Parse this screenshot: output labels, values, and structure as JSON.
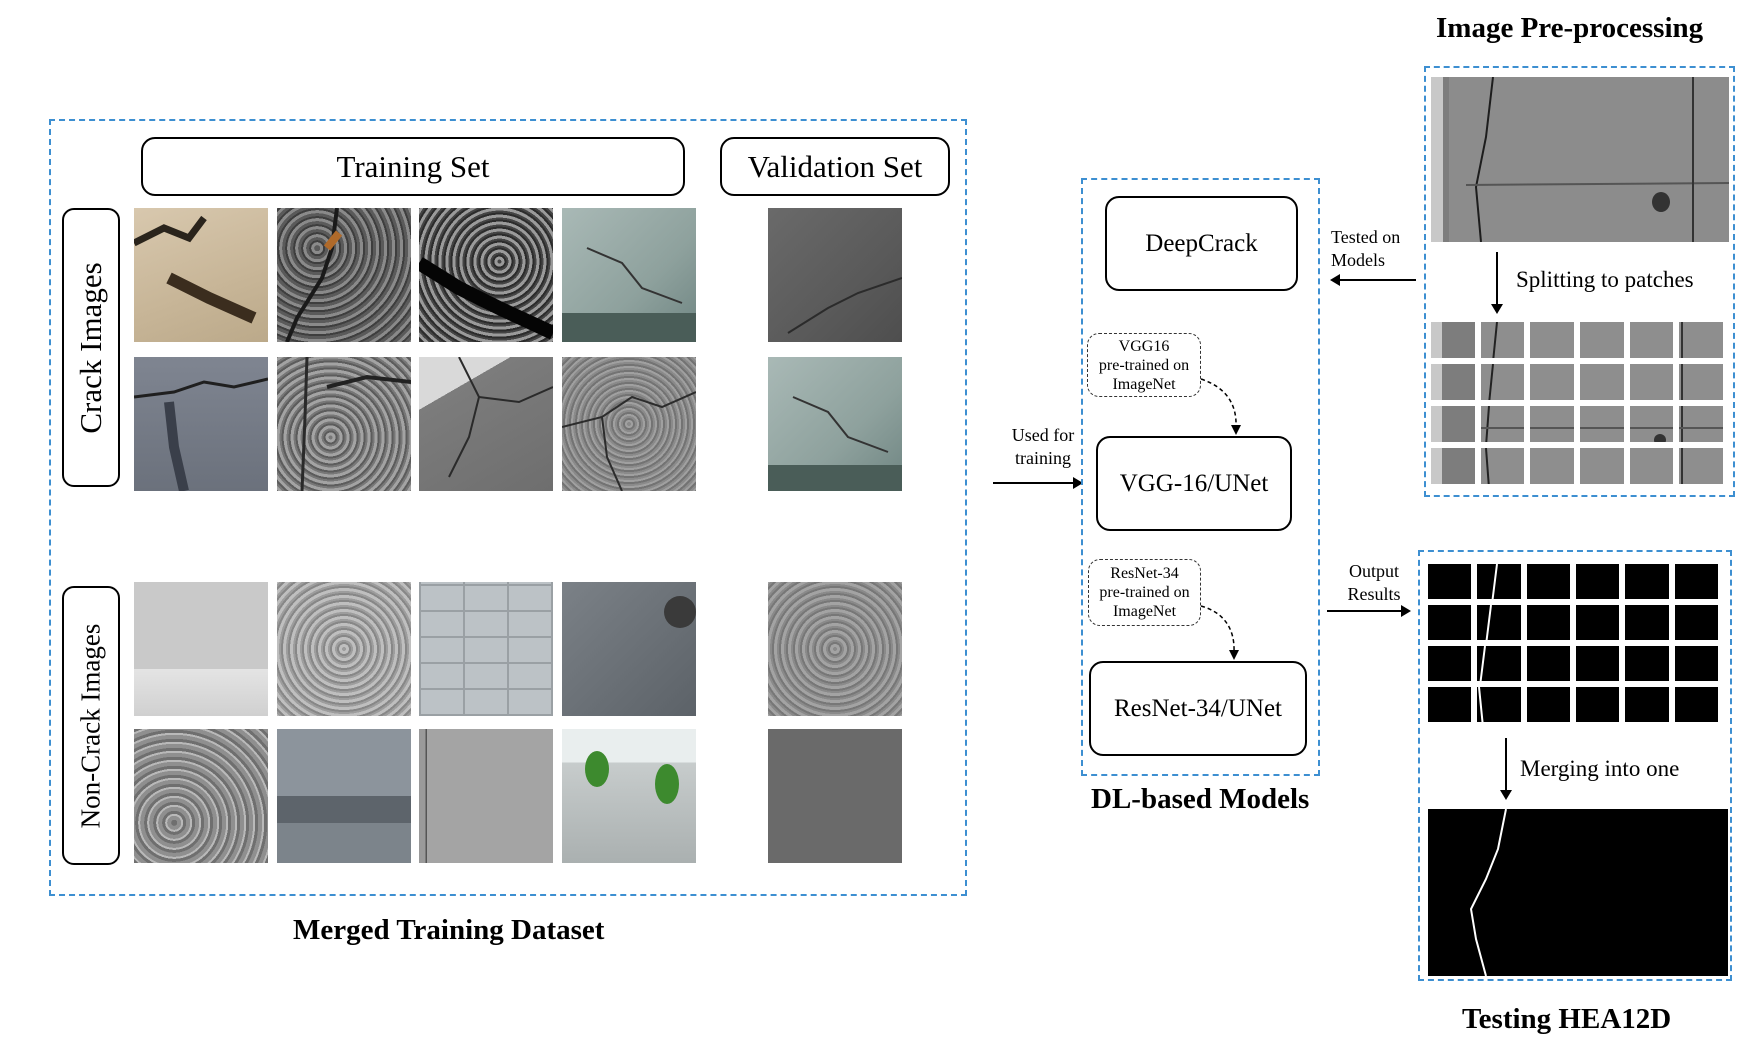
{
  "merged_dataset": {
    "title": "Merged Training Dataset",
    "training_set_label": "Training Set",
    "validation_set_label": "Validation Set",
    "crack_label": "Crack Images",
    "noncrack_label": "Non-Crack Images"
  },
  "arrows": {
    "used_for_training_1": "Used for",
    "used_for_training_2": "training",
    "tested_on_1": "Tested on",
    "tested_on_2": "Models",
    "output_1": "Output",
    "output_2": "Results"
  },
  "models": {
    "title": "DL-based Models",
    "deepcrack": "DeepCrack",
    "vgg_note_1": "VGG16",
    "vgg_note_2": "pre-trained on",
    "vgg_note_3": "ImageNet",
    "vgg_unet": "VGG-16/UNet",
    "resnet_note_1": "ResNet-34",
    "resnet_note_2": "pre-trained on",
    "resnet_note_3": "ImageNet",
    "resnet_unet": "ResNet-34/UNet"
  },
  "preprocessing": {
    "title": "Image Pre-processing",
    "splitting": "Splitting to patches"
  },
  "testing": {
    "title": "Testing HEA12D",
    "merging": "Merging into one"
  },
  "colors": {
    "dashed_border": "#3d8fd1"
  }
}
